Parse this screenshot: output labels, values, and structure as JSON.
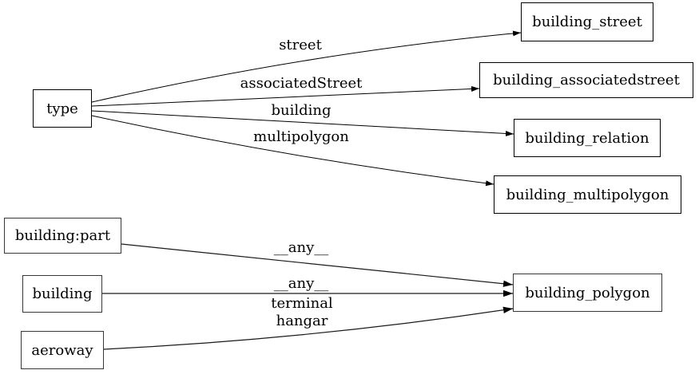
{
  "diagram": {
    "type": "directed-graph",
    "background_color": "#ffffff",
    "stroke_color": "#000000",
    "text_color": "#000000",
    "nodes": [
      {
        "id": "type",
        "label": "type"
      },
      {
        "id": "building_street",
        "label": "building_street"
      },
      {
        "id": "building_associatedstreet",
        "label": "building_associatedstreet"
      },
      {
        "id": "building_relation",
        "label": "building_relation"
      },
      {
        "id": "building_multipolygon",
        "label": "building_multipolygon"
      },
      {
        "id": "building:part",
        "label": "building:part"
      },
      {
        "id": "building",
        "label": "building"
      },
      {
        "id": "aeroway",
        "label": "aeroway"
      },
      {
        "id": "building_polygon",
        "label": "building_polygon"
      }
    ],
    "edges": [
      {
        "from": "type",
        "to": "building_street",
        "label": "street"
      },
      {
        "from": "type",
        "to": "building_associatedstreet",
        "label": "associatedStreet"
      },
      {
        "from": "type",
        "to": "building_relation",
        "label": "building"
      },
      {
        "from": "type",
        "to": "building_multipolygon",
        "label": "multipolygon"
      },
      {
        "from": "building:part",
        "to": "building_polygon",
        "label": "__any__"
      },
      {
        "from": "building",
        "to": "building_polygon",
        "label": "__any__"
      },
      {
        "from": "aeroway",
        "to": "building_polygon",
        "label": "terminal\nhangar"
      }
    ]
  }
}
